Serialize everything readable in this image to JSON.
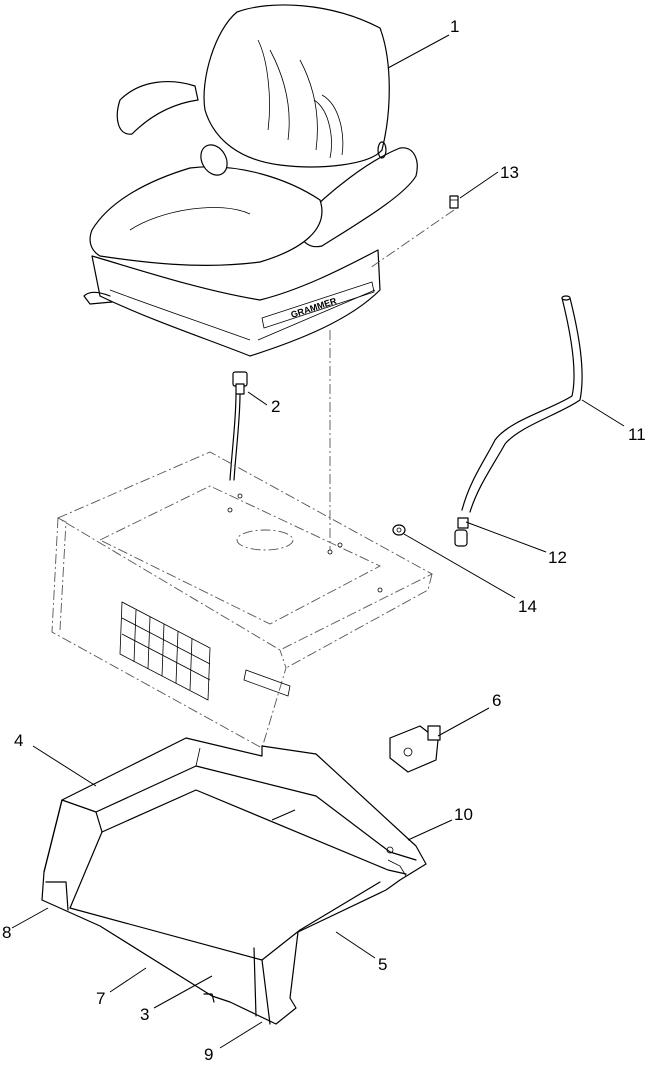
{
  "diagram": {
    "callouts": [
      "1",
      "2",
      "3",
      "4",
      "5",
      "6",
      "7",
      "8",
      "9",
      "10",
      "11",
      "12",
      "13",
      "14"
    ],
    "seat_brand": "GRAMMER"
  }
}
